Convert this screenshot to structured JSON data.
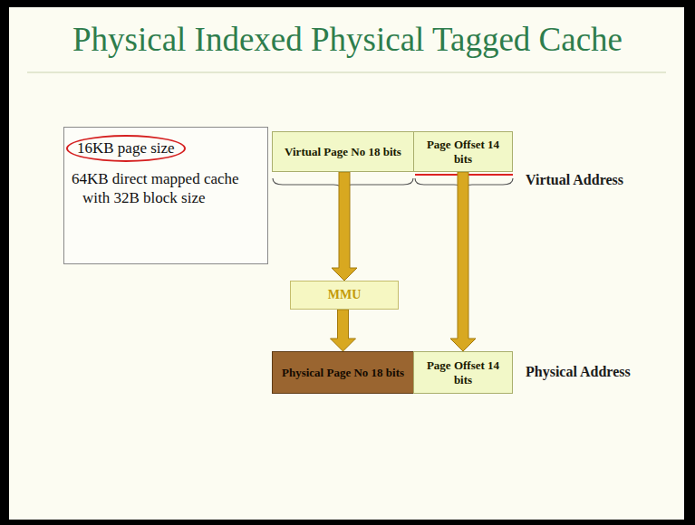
{
  "diagram": {
    "title": "Physical Indexed Physical Tagged Cache",
    "nodes": [
      {
        "text": [
          "16KB page size",
          "64KB direct mapped cache with 32B block size"
        ]
      },
      {
        "text": [
          "Virtual Page No 18 bits"
        ]
      },
      {
        "text": [
          "Page Offset 14 bits"
        ]
      },
      {
        "text": [
          "MMU"
        ]
      },
      {
        "text": [
          "Physical Page No 18 bits"
        ]
      },
      {
        "text": [
          "Page Offset 14 bits"
        ]
      }
    ],
    "edges": [
      {
        "from": 1,
        "to": 3,
        "arrow": "to"
      },
      {
        "from": 3,
        "to": 4,
        "arrow": "to"
      },
      {
        "from": 2,
        "to": 5,
        "arrow": "to"
      }
    ],
    "labels": [
      "Virtual Address",
      "Physical Address"
    ]
  }
}
